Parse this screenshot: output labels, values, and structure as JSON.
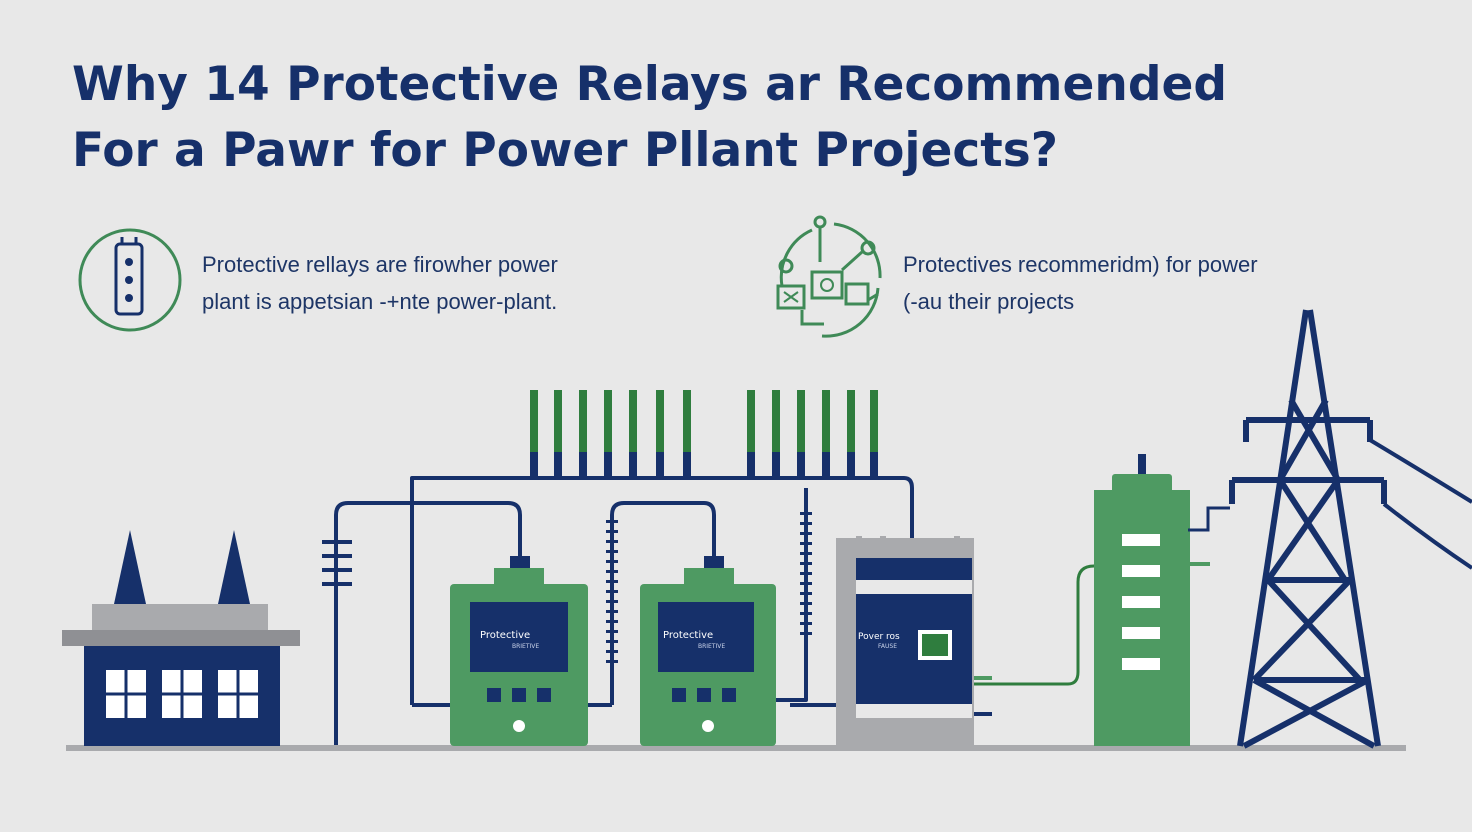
{
  "title": {
    "line1": "Why 14 Protective Relays ar Recommended",
    "line2": "For a Pawr for Power Pllant Projects?"
  },
  "features": [
    {
      "icon": "relay-icon",
      "line1": "Protective rellays are firowher power",
      "line2": "plant is appetsian -+nte power-plant."
    },
    {
      "icon": "gear-network-icon",
      "line1": "Protectives recommeridm) for power",
      "line2": "(-au their projects"
    }
  ],
  "devices": {
    "relay1": {
      "label": "Protective",
      "sub": "BRIETIVE"
    },
    "relay2": {
      "label": "Protective",
      "sub": "BRIETIVE"
    },
    "controller": {
      "label": "Pover ros",
      "sub": "FAUSE"
    }
  },
  "colors": {
    "navy": "#16306a",
    "green": "#4e9a62",
    "dark_green": "#2f7d3e",
    "background": "#e8e8e8",
    "gray": "#a9aaad"
  }
}
